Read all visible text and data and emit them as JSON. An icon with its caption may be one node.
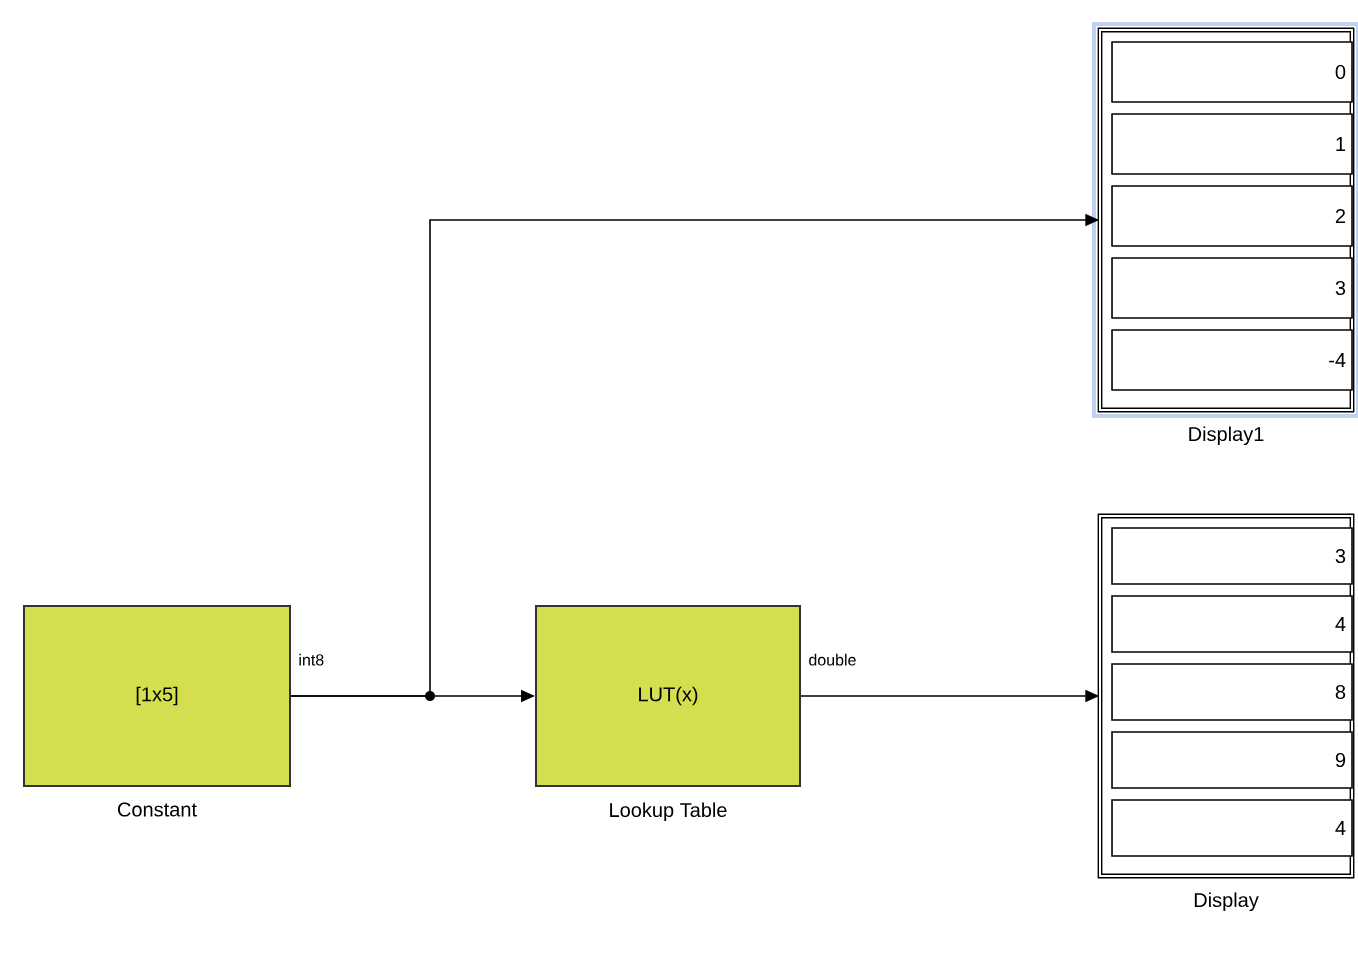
{
  "diagram": {
    "nodes": [
      {
        "text": [],
        "shape": "box",
        "beside": [
          "Display1"
        ]
      },
      {
        "text": [
          "0"
        ],
        "in": 0
      },
      {
        "text": [
          "1"
        ],
        "in": 0
      },
      {
        "text": [
          "2"
        ],
        "in": 0
      },
      {
        "text": [
          "3"
        ],
        "in": 0
      },
      {
        "text": [
          "-4"
        ],
        "in": 0
      },
      {
        "text": [],
        "shape": "box",
        "beside": [
          "Display"
        ]
      },
      {
        "text": [
          "3"
        ],
        "in": 6
      },
      {
        "text": [
          "4"
        ],
        "in": 6
      },
      {
        "text": [
          "8"
        ],
        "in": 6
      },
      {
        "text": [
          "9"
        ],
        "in": 6
      },
      {
        "text": [
          "4"
        ],
        "in": 6
      },
      {
        "text": [
          "[1x5]"
        ],
        "beside": [
          "Constant"
        ]
      },
      {
        "text": [
          "LUT(x)"
        ],
        "beside": [
          "Lookup Table"
        ]
      }
    ],
    "edges": [
      {
        "from": 12,
        "to": 13,
        "arrow": "to",
        "label": "int8"
      },
      {
        "from": 12,
        "to": 0,
        "arrow": "to"
      },
      {
        "from": 13,
        "to": 6,
        "arrow": "to",
        "label": "double"
      }
    ]
  }
}
